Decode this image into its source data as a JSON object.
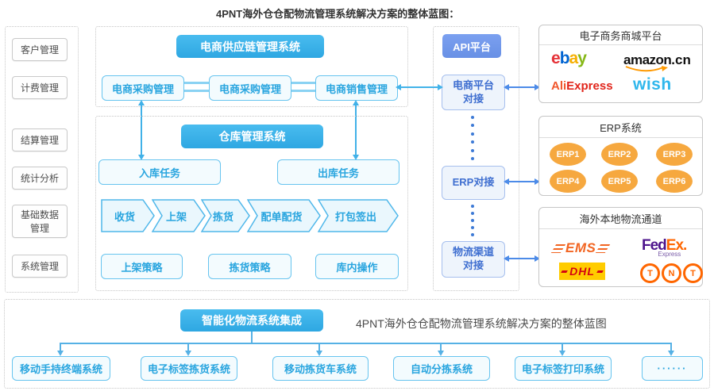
{
  "title": "4PNT海外仓仓配物流管理系统解决方案的整体蓝图：",
  "colors": {
    "cyan_header": "#36b0e8",
    "api_header": "#7097e8",
    "light_box_border": "#67c4ef",
    "light_box_text": "#29a5df",
    "api_box_text": "#3e6ed0",
    "arrow_cyan": "#43b3e9",
    "arrow_blue": "#4c8be8",
    "erp_orange": "#f6a83f",
    "ebay_colors": {
      "e": "#e53238",
      "b": "#0064d2",
      "a": "#f5af02",
      "y": "#86b817"
    },
    "amazon_swoosh": "#ff9900",
    "aliexpress_red": "#e1251b",
    "wish_blue": "#2fb7ec",
    "ems_orange": "#f26522",
    "fedex_purple": "#4d148c",
    "fedex_orange": "#ff6600",
    "dhl_yellow": "#ffcc00",
    "dhl_red": "#d40511",
    "tnt_orange": "#ff6600"
  },
  "sidebar": {
    "items": [
      "客户管理",
      "计费管理",
      "结算管理",
      "统计分析",
      "基础数据\n管理",
      "系统管理"
    ]
  },
  "scm": {
    "header": "电商供应链管理系统",
    "boxes": [
      "电商采购管理",
      "电商采购管理",
      "电商销售管理"
    ]
  },
  "wms": {
    "header": "仓库管理系统",
    "inbound": "入库任务",
    "outbound": "出库任务",
    "flow": [
      "收货",
      "上架",
      "拣货",
      "配单配货",
      "打包签出"
    ],
    "strategies": [
      "上架策略",
      "拣货策略",
      "库内操作"
    ]
  },
  "api": {
    "header": "API平台",
    "boxes": [
      "电商平台\n对接",
      "ERP对接",
      "物流渠道\n对接"
    ]
  },
  "panels": {
    "ecommerce": {
      "title": "电子商务商城平台",
      "ebay": {
        "l1": "e",
        "l2": "b",
        "l3": "a",
        "l4": "y"
      },
      "amazon": {
        "name": "amazon",
        "tld": ".cn"
      },
      "aliexpress": {
        "ali": "Ali",
        "express": "Express"
      },
      "wish": "wish"
    },
    "erp": {
      "title": "ERP系统",
      "items": [
        "ERP1",
        "ERP2",
        "ERP3",
        "ERP4",
        "ERP5",
        "ERP6"
      ]
    },
    "logistics": {
      "title": "海外本地物流通道",
      "ems": "EMS",
      "fedex": {
        "fed": "Fed",
        "ex": "Ex",
        "dot": ".",
        "sub": "Express"
      },
      "dhl": "DHL",
      "tnt": {
        "t1": "T",
        "t2": "N",
        "t3": "T"
      }
    }
  },
  "bottom": {
    "header": "智能化物流系统集成",
    "caption": "4PNT海外仓仓配物流管理系统解决方案的整体蓝图",
    "systems": [
      "移动手持终端系统",
      "电子标签拣货系统",
      "移动拣货车系统",
      "自动分拣系统",
      "电子标签打印系统",
      "······"
    ]
  }
}
